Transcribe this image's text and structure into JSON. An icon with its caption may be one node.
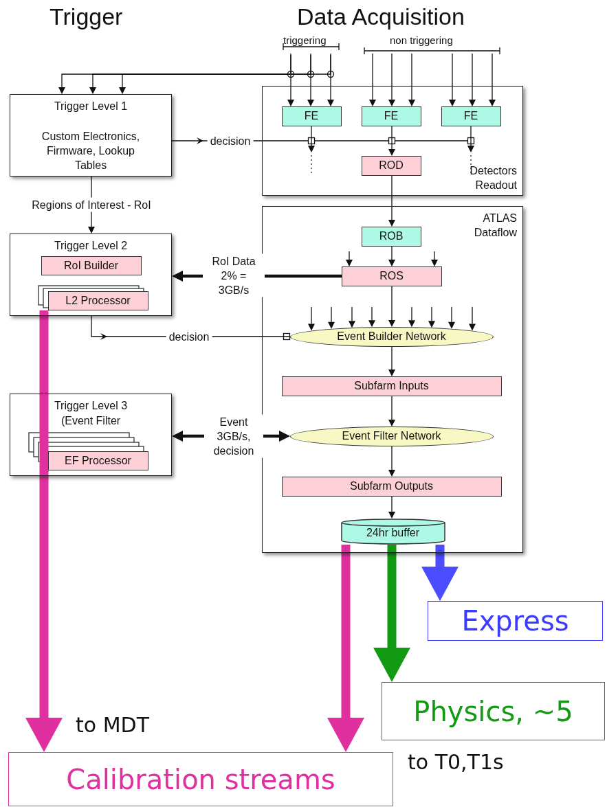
{
  "diagram": {
    "nodes": [
      {
        "text": [
          "Trigger Level 1",
          "Custom Electronics, Firmware, Lookup Tables"
        ]
      },
      {
        "text": [
          "Trigger Level 2"
        ]
      },
      {
        "text": [
          "RoI Builder"
        ],
        "in": 1
      },
      {
        "text": [
          "L2 Processor"
        ],
        "in": 1
      },
      {
        "text": [
          "Trigger Level 3 (Event Filter"
        ]
      },
      {
        "text": [
          "EF Processor"
        ],
        "in": 4
      },
      {
        "text": [
          "Detectors Readout"
        ]
      },
      {
        "text": [
          "FE"
        ],
        "in": 6
      },
      {
        "text": [
          "FE"
        ],
        "in": 6
      },
      {
        "text": [
          "FE"
        ],
        "in": 6
      },
      {
        "text": [
          "ROD"
        ],
        "in": 6
      },
      {
        "text": [
          "ATLAS Dataflow"
        ]
      },
      {
        "text": [
          "ROB"
        ],
        "in": 11
      },
      {
        "text": [
          "ROS"
        ],
        "in": 11
      },
      {
        "text": [
          "Event Builder Network"
        ],
        "in": 11
      },
      {
        "text": [
          "Subfarm Inputs"
        ],
        "in": 11
      },
      {
        "text": [
          "Event Filter Network"
        ],
        "in": 11
      },
      {
        "text": [
          "Subfarm Outputs"
        ],
        "in": 11
      },
      {
        "text": [
          "24hr buffer"
        ],
        "in": 11
      },
      {
        "text": [
          "Express"
        ]
      },
      {
        "text": [
          "Physics, ~5"
        ]
      },
      {
        "text": [
          "Calibration streams"
        ]
      }
    ],
    "edges": [
      {
        "from": null,
        "to": 0,
        "arrow": "to"
      },
      {
        "from": null,
        "to": 0,
        "arrow": "to"
      },
      {
        "from": null,
        "to": 0,
        "arrow": "to"
      },
      {
        "from": null,
        "to": 7,
        "arrow": "to"
      },
      {
        "from": null,
        "to": 7,
        "arrow": "to"
      },
      {
        "from": null,
        "to": 7,
        "arrow": "to"
      },
      {
        "from": null,
        "to": 8,
        "arrow": "to"
      },
      {
        "from": null,
        "to": 8,
        "arrow": "to"
      },
      {
        "from": null,
        "to": 8,
        "arrow": "to"
      },
      {
        "from": null,
        "to": 9,
        "arrow": "to"
      },
      {
        "from": null,
        "to": 9,
        "arrow": "to"
      },
      {
        "from": null,
        "to": 9,
        "arrow": "to"
      },
      {
        "from": 0,
        "to": 1,
        "arrow": "to",
        "label": "Regions of Interest - RoI"
      },
      {
        "from": 0,
        "to": 6,
        "arrow": "to",
        "label": "decision"
      },
      {
        "from": 7,
        "to": null,
        "arrow": "to"
      },
      {
        "from": 8,
        "to": 10,
        "arrow": "to"
      },
      {
        "from": 9,
        "to": null,
        "arrow": "to"
      },
      {
        "from": 10,
        "to": 12,
        "arrow": "to"
      },
      {
        "from": 12,
        "to": 13,
        "arrow": "to"
      },
      {
        "from": null,
        "to": 13,
        "arrow": "to"
      },
      {
        "from": null,
        "to": 13,
        "arrow": "to"
      },
      {
        "from": 13,
        "to": 1,
        "arrow": "to",
        "label": "RoI Data 2% = 3GB/s",
        "style": "thick"
      },
      {
        "from": 1,
        "to": 14,
        "arrow": "to",
        "label": "decision"
      },
      {
        "from": 13,
        "to": 14,
        "arrow": "to"
      },
      {
        "from": null,
        "to": 14,
        "arrow": "to"
      },
      {
        "from": null,
        "to": 14,
        "arrow": "to"
      },
      {
        "from": null,
        "to": 14,
        "arrow": "to"
      },
      {
        "from": null,
        "to": 14,
        "arrow": "to"
      },
      {
        "from": null,
        "to": 14,
        "arrow": "to"
      },
      {
        "from": null,
        "to": 14,
        "arrow": "to"
      },
      {
        "from": null,
        "to": 14,
        "arrow": "to"
      },
      {
        "from": null,
        "to": 14,
        "arrow": "to"
      },
      {
        "from": 14,
        "to": 15,
        "arrow": "to"
      },
      {
        "from": 15,
        "to": 16,
        "arrow": "to"
      },
      {
        "from": 16,
        "to": 17,
        "arrow": "to"
      },
      {
        "from": 17,
        "to": 18,
        "arrow": "to"
      },
      {
        "from": 4,
        "to": 16,
        "arrow": "both",
        "label": "Event 3GB/s, decision",
        "style": "thick"
      },
      {
        "from": 3,
        "to": 21,
        "arrow": "to",
        "style": "thick",
        "color": "#e030a0"
      },
      {
        "from": 18,
        "to": 21,
        "arrow": "to",
        "style": "thick",
        "color": "#e030a0"
      },
      {
        "from": 18,
        "to": 20,
        "arrow": "to",
        "style": "thick",
        "color": "#129a12"
      },
      {
        "from": 18,
        "to": 19,
        "arrow": "to",
        "style": "thick",
        "color": "#4b4bff"
      }
    ],
    "labels": [
      "Trigger",
      "Data Acquisition",
      "triggering",
      "non triggering",
      "to MDT",
      "to T0,T1s"
    ]
  }
}
